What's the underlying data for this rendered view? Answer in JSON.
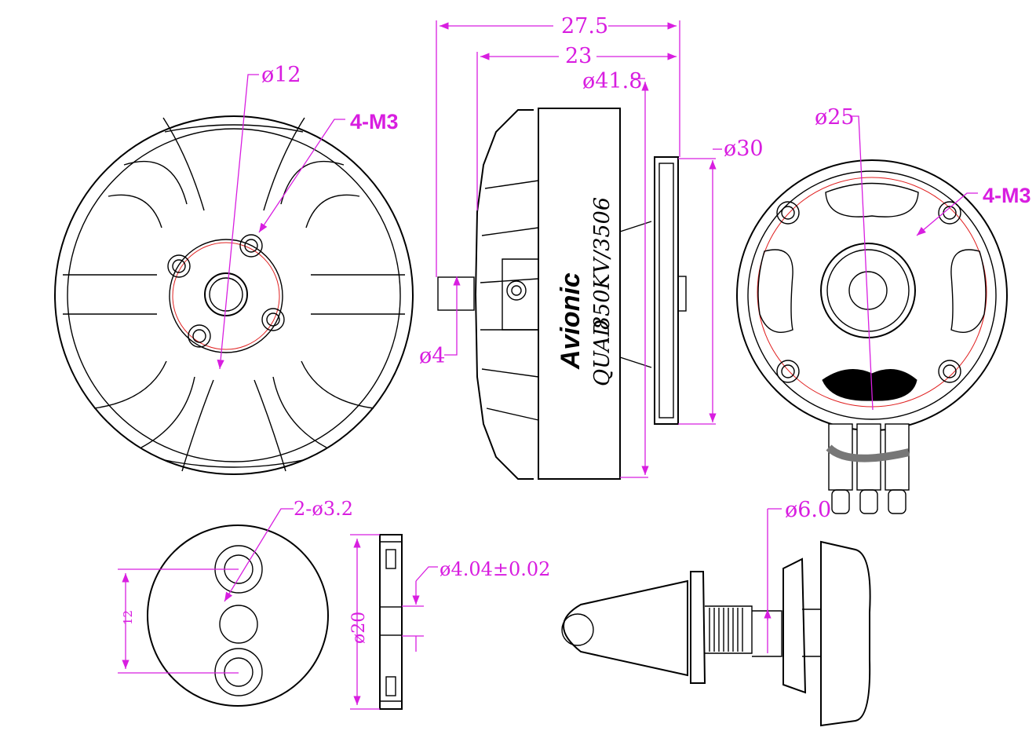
{
  "brand": {
    "name": "Avionic",
    "line1": "QUAD",
    "line2": "850KV/3506"
  },
  "colors": {
    "dimension": "#d81ee0",
    "centerline": "#e02020",
    "outline": "#000000"
  },
  "dimensions": {
    "front_hole_circle": "ø12",
    "front_mount_holes": "4-M3",
    "overall_length": "27.5",
    "body_length": "23",
    "bell_diameter": "ø41.8",
    "base_diameter": "ø30",
    "shaft_diameter": "ø4",
    "back_hole_circle": "ø25",
    "back_mount_holes": "4-M3",
    "adapter_holes": "2-ø3.2",
    "adapter_spacing": "12",
    "adapter_diameter": "ø20",
    "adapter_bore": "ø4.04±0.02",
    "thread_diameter": "ø6.0"
  }
}
